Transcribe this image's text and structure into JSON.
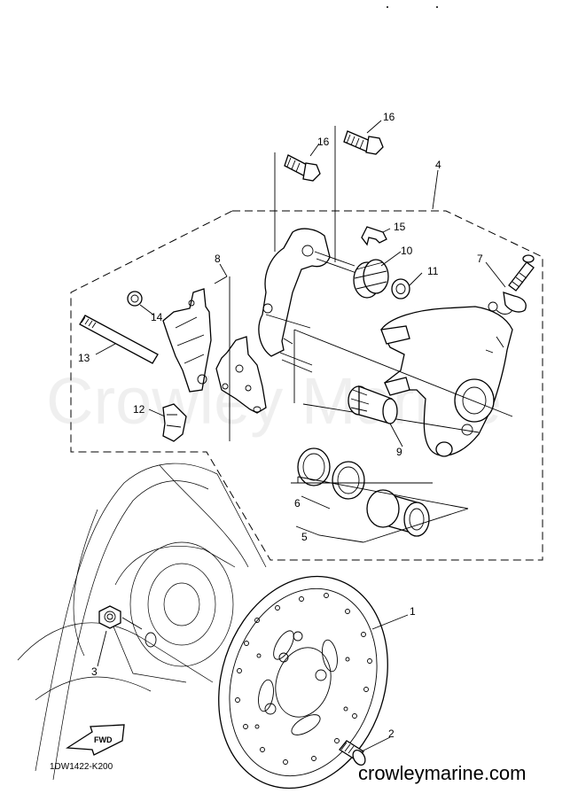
{
  "diagram": {
    "drawing_code": "1DW1422-K200",
    "watermark": "Crowley Marine",
    "site_label": "crowleymarine.com",
    "fwd_marker": "FWD",
    "callouts": {
      "p1": "1",
      "p2": "2",
      "p3": "3",
      "p4": "4",
      "p5": "5",
      "p6": "6",
      "p7": "7",
      "p8": "8",
      "p9": "9",
      "p10": "10",
      "p11": "11",
      "p12": "12",
      "p13": "13",
      "p14": "14",
      "p15": "15",
      "p16a": "16",
      "p16b": "16"
    }
  }
}
